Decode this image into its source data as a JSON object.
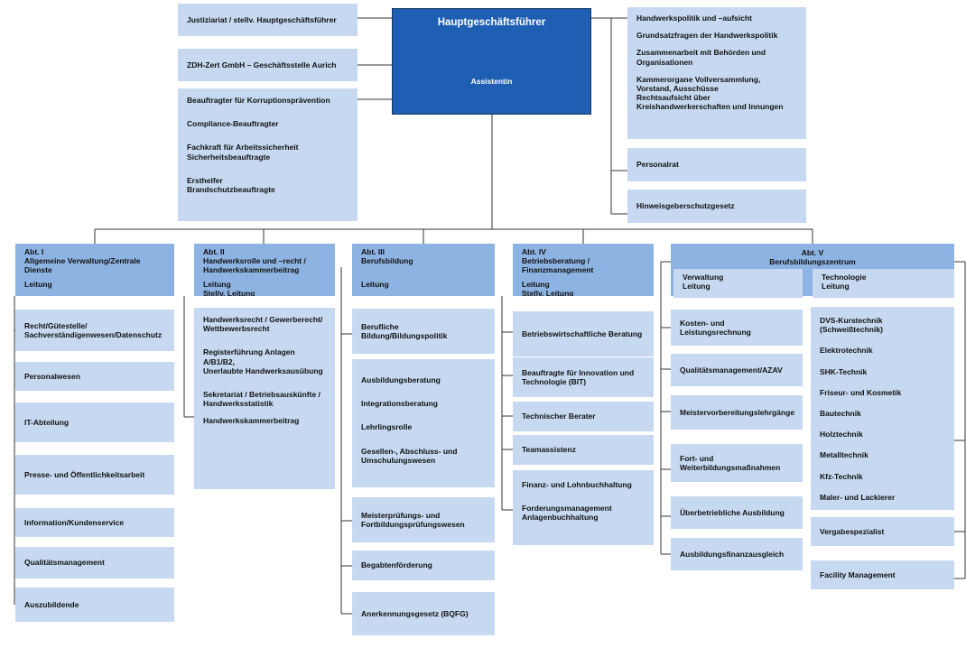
{
  "top": {
    "hgf": {
      "title": "Hauptgeschäftsführer",
      "sub": "Assistentin"
    },
    "left": [
      [
        "Justiziariat / stellv. Hauptgeschäftsführer"
      ],
      [
        "ZDH-Zert GmbH – Geschäftsstelle Aurich"
      ],
      [
        "Beauftragter für Korruptionsprävention",
        "Compliance-Beauftragter",
        "Fachkraft für Arbeitssicherheit",
        "Sicherheitsbeauftragte",
        "Ersthelfer",
        "Brandschutzbeauftragte"
      ]
    ],
    "right": [
      [
        "Handwerkspolitik und –aufsicht",
        "Grundsatzfragen der Handwerkspolitik",
        "Zusammenarbeit mit Behörden und",
        "Organisationen",
        "Kammerorgane Vollversammlung,",
        "Vorstand, Ausschüsse",
        "Rechtsaufsicht über",
        "Kreishandwerkerschaften und Innungen"
      ],
      [
        "Personalrat"
      ],
      [
        "Hinweisgeberschutzgesetz"
      ]
    ]
  },
  "departments": {
    "abt1": {
      "head": [
        "Abt. I",
        "Allgemeine Verwaltung/Zentrale",
        "Dienste",
        "Leitung"
      ],
      "items": [
        [
          "Recht/Gütestelle/",
          "Sachverständigenwesen/Datenschutz"
        ],
        [
          "Personalwesen"
        ],
        [
          "IT-Abteilung"
        ],
        [
          "Presse- und Öffentlichkeitsarbeit"
        ],
        [
          "Information/Kundenservice"
        ],
        [
          "Qualitätsmanagement"
        ],
        [
          "Auszubildende"
        ]
      ]
    },
    "abt2": {
      "head": [
        "Abt. II",
        "Handwerksrolle und –recht /",
        "Handwerkskammerbeitrag",
        "Leitung",
        "Stellv. Leitung"
      ],
      "items": [
        [
          "Handwerksrecht / Gewerberecht/",
          "Wettbewerbsrecht",
          "Registerführung Anlagen",
          "A/B1/B2,",
          "Unerlaubte Handwerksausübung",
          "Sekretariat / Betriebsauskünfte /",
          "Handwerksstatistik",
          "Handwerkskammerbeitrag"
        ]
      ]
    },
    "abt3": {
      "head": [
        "Abt. III",
        "Berufsbildung",
        "Leitung"
      ],
      "items": [
        [
          "Berufliche",
          "Bildung/Bildungspolitik"
        ],
        [
          "Ausbildungsberatung",
          "Integrationsberatung",
          "Lehrlingsrolle",
          "Gesellen-, Abschluss- und",
          "Umschulungswesen"
        ],
        [
          "Meisterprüfungs- und",
          "Fortbildungsprüfungswesen"
        ],
        [
          "Begabtenförderung"
        ],
        [
          "Anerkennungsgesetz (BQFG)"
        ]
      ]
    },
    "abt4": {
      "head": [
        "Abt. IV",
        "Betriebsberatung /",
        "Finanzmanagement",
        "Leitung",
        "Stellv. Leitung"
      ],
      "items": [
        [
          "Betriebswirtschaftliche Beratung"
        ],
        [
          "Beauftragte für Innovation und",
          "Technologie (BIT)"
        ],
        [
          "Technischer Berater"
        ],
        [
          "Teamassistenz"
        ],
        [
          "Finanz- und Lohnbuchhaltung",
          "Forderungsmanagement",
          "Anlagenbuchhaltung"
        ]
      ]
    },
    "abt5": {
      "head": [
        "Abt. V",
        "Berufsbildungszentrum"
      ],
      "verwaltung": {
        "head": [
          "Verwaltung",
          "Leitung"
        ],
        "items": [
          [
            "Kosten- und Leistungsrechnung"
          ],
          [
            "Qualitätsmanagement/AZAV"
          ],
          [
            "Meistervorbereitungslehrgänge"
          ],
          [
            "Fort- und",
            "Weiterbildungsmaßnahmen"
          ],
          [
            "Überbetriebliche Ausbildung"
          ],
          [
            "Ausbildungsfinanzausgleich"
          ]
        ]
      },
      "technologie": {
        "head": [
          "Technologie",
          "Leitung"
        ],
        "items": [
          [
            "DVS-Kurstechnik (Schweißtechnik)",
            "Elektrotechnik",
            "SHK-Technik",
            "Friseur- und Kosmetik",
            "Bautechnik",
            "Holztechnik",
            "Metalltechnik",
            "Kfz-Technik",
            "Maler- und Lackierer"
          ],
          [
            "Vergabespezialist"
          ],
          [
            "Facility Management"
          ]
        ]
      }
    }
  }
}
